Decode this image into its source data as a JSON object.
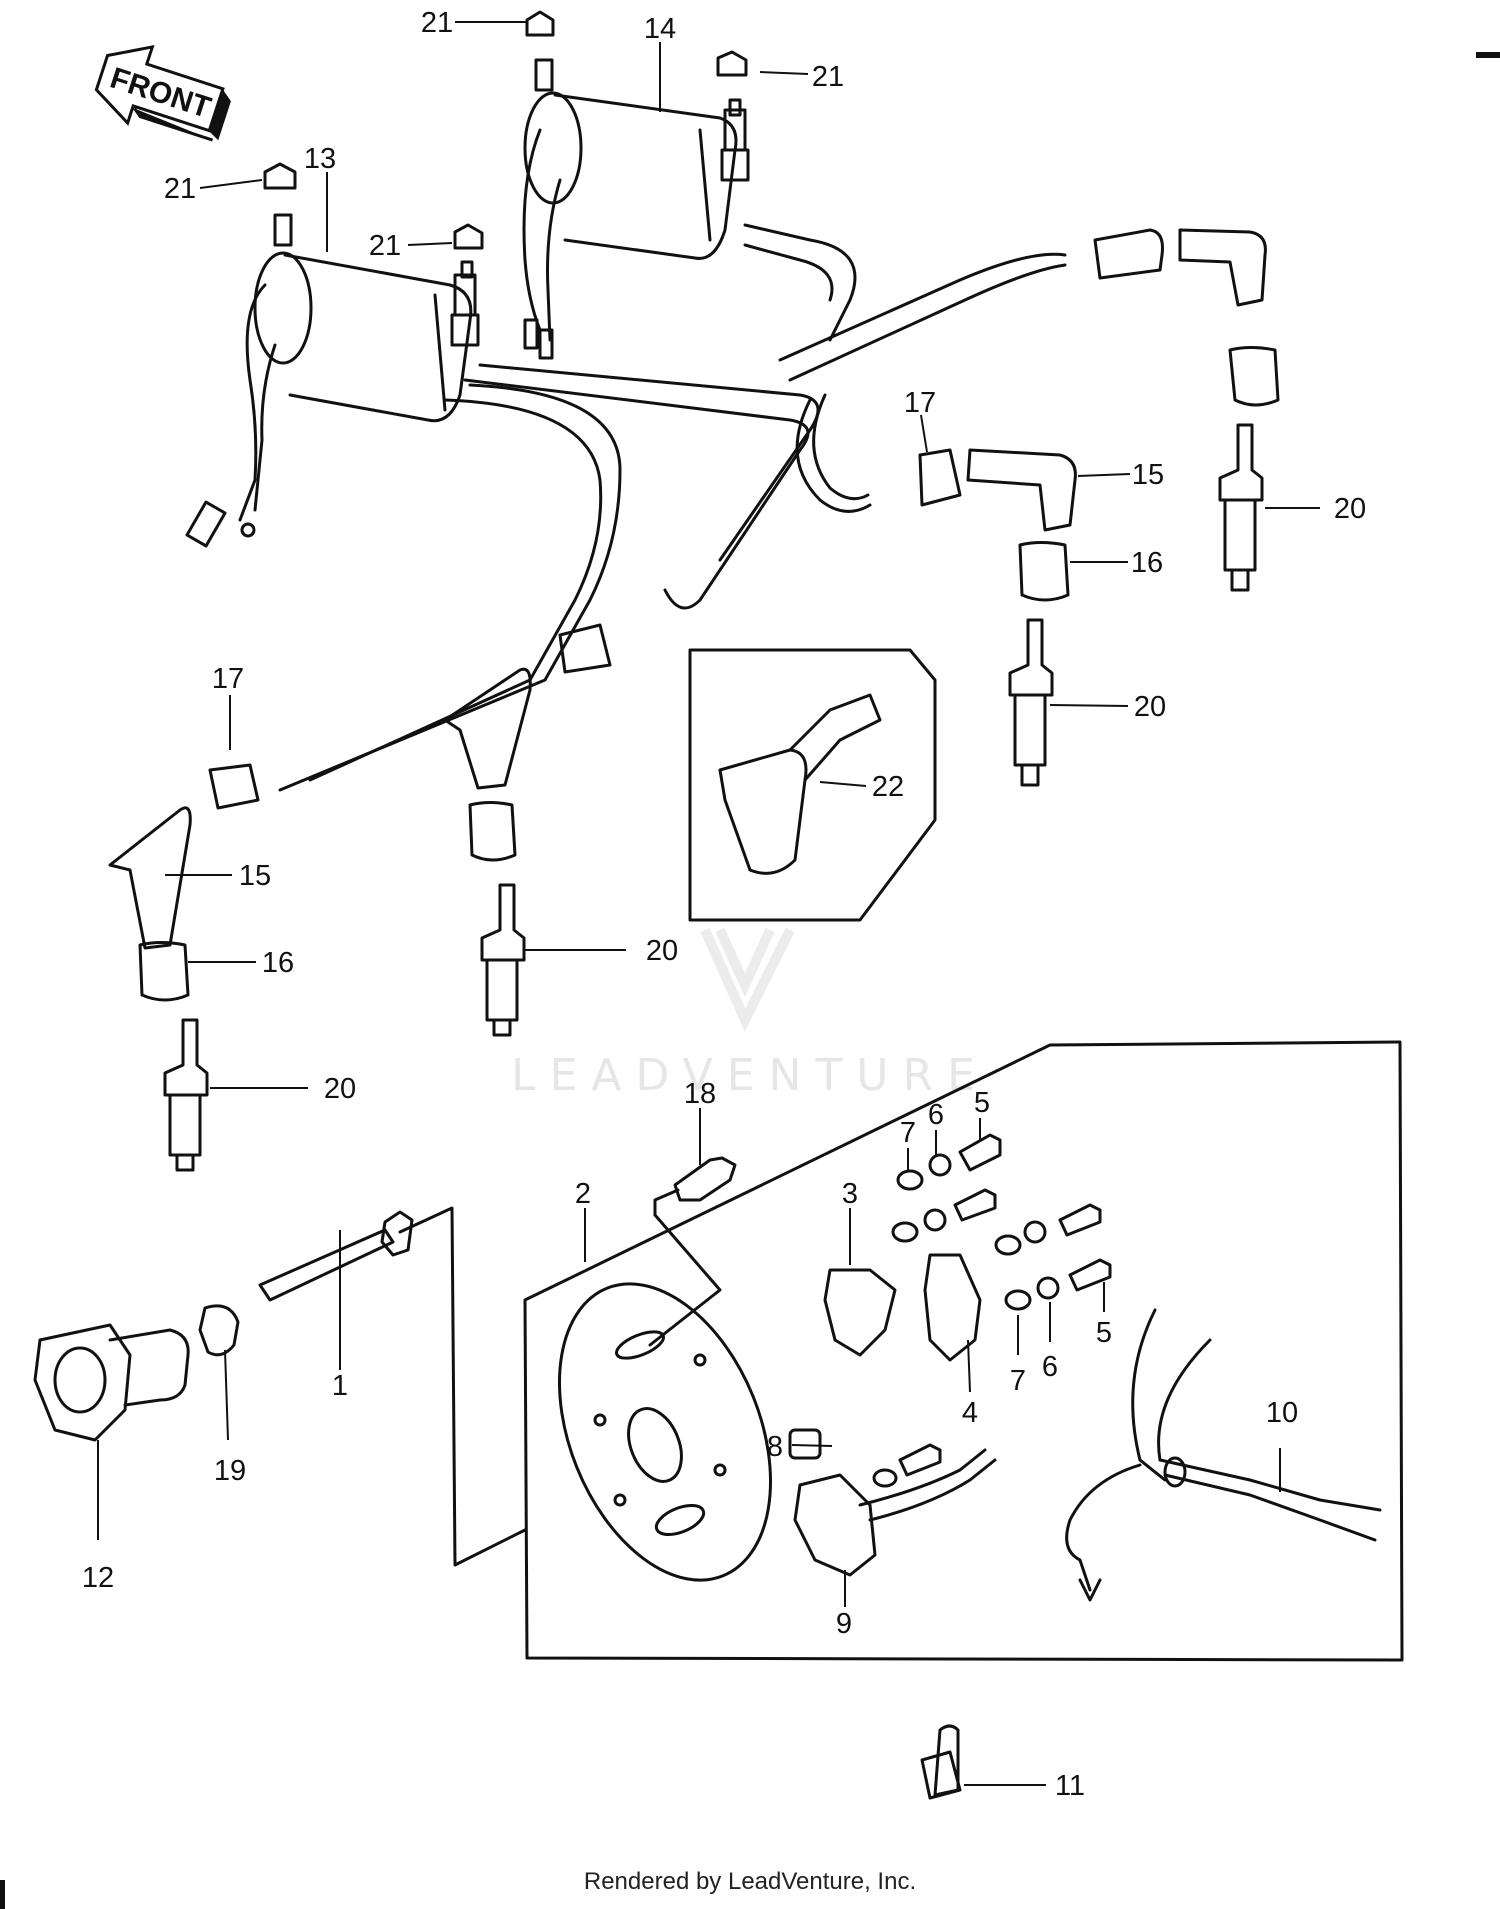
{
  "front_label": "FRONT",
  "watermark_text": "LEADVENTURE",
  "footer_text": "Rendered by LeadVenture, Inc.",
  "colors": {
    "ink": "#111111",
    "watermark": "#e6e6e6"
  },
  "callouts": [
    {
      "id": "c21a",
      "label": "21"
    },
    {
      "id": "c14",
      "label": "14"
    },
    {
      "id": "c21b",
      "label": "21"
    },
    {
      "id": "c13",
      "label": "13"
    },
    {
      "id": "c21c",
      "label": "21"
    },
    {
      "id": "c21d",
      "label": "21"
    },
    {
      "id": "c17a",
      "label": "17"
    },
    {
      "id": "c15a",
      "label": "15"
    },
    {
      "id": "c20a",
      "label": "20"
    },
    {
      "id": "c16a",
      "label": "16"
    },
    {
      "id": "c20b",
      "label": "20"
    },
    {
      "id": "c17b",
      "label": "17"
    },
    {
      "id": "c22",
      "label": "22"
    },
    {
      "id": "c15b",
      "label": "15"
    },
    {
      "id": "c16b",
      "label": "16"
    },
    {
      "id": "c20c",
      "label": "20"
    },
    {
      "id": "c20d",
      "label": "20"
    },
    {
      "id": "c18",
      "label": "18"
    },
    {
      "id": "c2",
      "label": "2"
    },
    {
      "id": "c7a",
      "label": "7"
    },
    {
      "id": "c6a",
      "label": "6"
    },
    {
      "id": "c5a",
      "label": "5"
    },
    {
      "id": "c3",
      "label": "3"
    },
    {
      "id": "c5b",
      "label": "5"
    },
    {
      "id": "c7b",
      "label": "7"
    },
    {
      "id": "c6b",
      "label": "6"
    },
    {
      "id": "c4",
      "label": "4"
    },
    {
      "id": "c1",
      "label": "1"
    },
    {
      "id": "c19",
      "label": "19"
    },
    {
      "id": "c12",
      "label": "12"
    },
    {
      "id": "c8",
      "label": "8"
    },
    {
      "id": "c10",
      "label": "10"
    },
    {
      "id": "c9",
      "label": "9"
    },
    {
      "id": "c11",
      "label": "11"
    }
  ]
}
